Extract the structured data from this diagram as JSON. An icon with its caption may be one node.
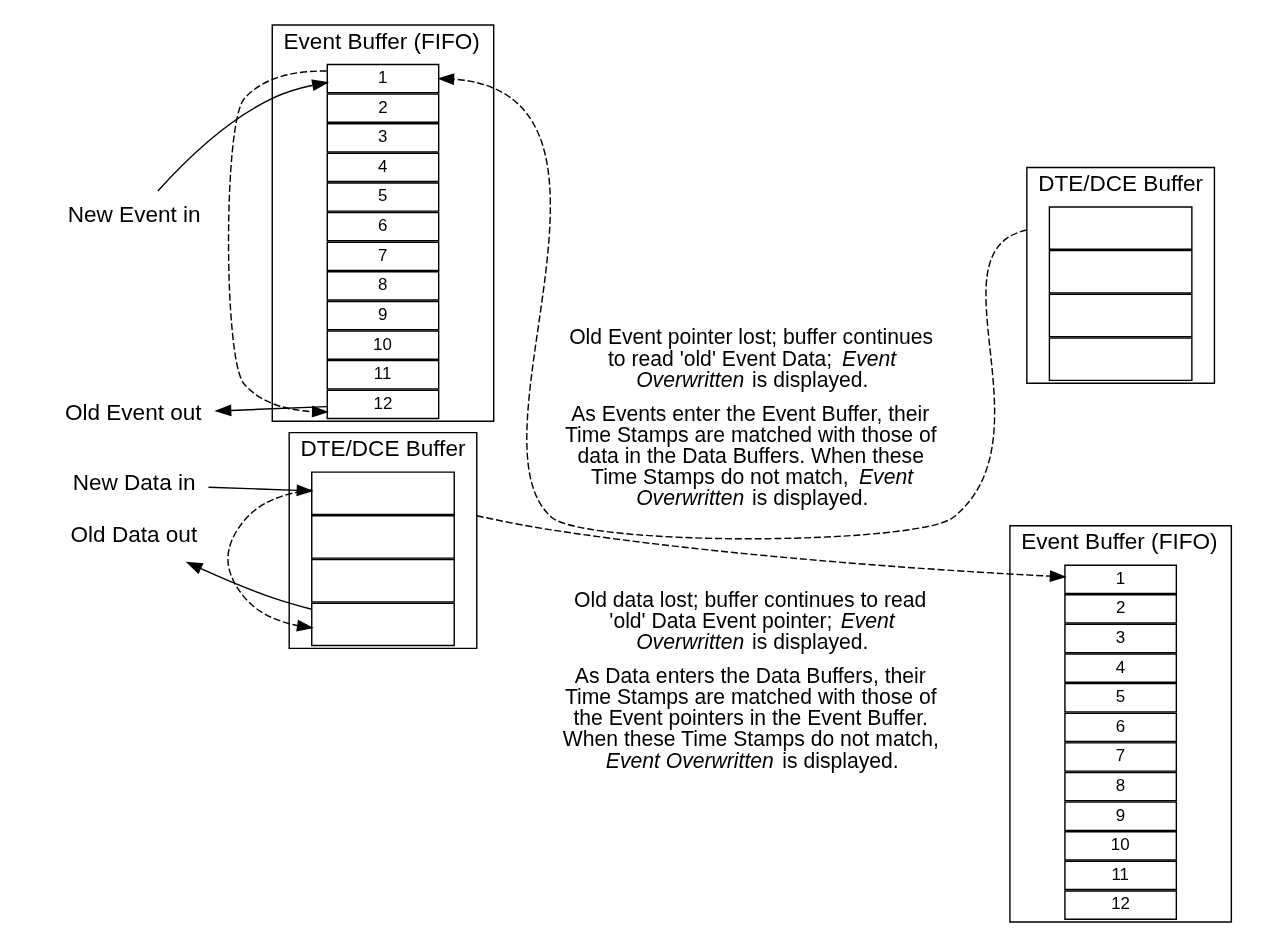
{
  "diagram": {
    "nodes": [
      {
        "text": [
          "New Event in"
        ]
      },
      {
        "text": [
          "Event Buffer (FIFO)"
        ]
      },
      {
        "text": [
          "1"
        ],
        "in": 1
      },
      {
        "text": [
          "2"
        ],
        "in": 1
      },
      {
        "text": [
          "3"
        ],
        "in": 1
      },
      {
        "text": [
          "4"
        ],
        "in": 1
      },
      {
        "text": [
          "5"
        ],
        "in": 1
      },
      {
        "text": [
          "6"
        ],
        "in": 1
      },
      {
        "text": [
          "7"
        ],
        "in": 1
      },
      {
        "text": [
          "8"
        ],
        "in": 1
      },
      {
        "text": [
          "9"
        ],
        "in": 1
      },
      {
        "text": [
          "10"
        ],
        "in": 1
      },
      {
        "text": [
          "11"
        ],
        "in": 1
      },
      {
        "text": [
          "12"
        ],
        "in": 1
      },
      {
        "text": [
          "Old Event out"
        ]
      },
      {
        "text": [
          "DTE/DCE Buffer"
        ]
      },
      {
        "text": [],
        "shape": "box",
        "in": 15
      },
      {
        "text": [],
        "shape": "box",
        "in": 15
      },
      {
        "text": [],
        "shape": "box",
        "in": 15
      },
      {
        "text": [],
        "shape": "box",
        "in": 15
      },
      {
        "text": [
          "New Data in"
        ]
      },
      {
        "text": [
          "DTE/DCE Buffer"
        ]
      },
      {
        "text": [],
        "shape": "box",
        "in": 21
      },
      {
        "text": [],
        "shape": "box",
        "in": 21
      },
      {
        "text": [],
        "shape": "box",
        "in": 21
      },
      {
        "text": [],
        "shape": "box",
        "in": 21
      },
      {
        "text": [
          "Old Data out"
        ]
      },
      {
        "text": [
          "Event Buffer (FIFO)"
        ]
      },
      {
        "text": [
          "1"
        ],
        "in": 27
      },
      {
        "text": [
          "2"
        ],
        "in": 27
      },
      {
        "text": [
          "3"
        ],
        "in": 27
      },
      {
        "text": [
          "4"
        ],
        "in": 27
      },
      {
        "text": [
          "5"
        ],
        "in": 27
      },
      {
        "text": [
          "6"
        ],
        "in": 27
      },
      {
        "text": [
          "7"
        ],
        "in": 27
      },
      {
        "text": [
          "8"
        ],
        "in": 27
      },
      {
        "text": [
          "9"
        ],
        "in": 27
      },
      {
        "text": [
          "10"
        ],
        "in": 27
      },
      {
        "text": [
          "11"
        ],
        "in": 27
      },
      {
        "text": [
          "12"
        ],
        "in": 27
      }
    ],
    "edges": [
      {
        "from": 0,
        "to": 2,
        "arrow": "to"
      },
      {
        "from": 13,
        "to": 14,
        "arrow": "to"
      },
      {
        "from": 15,
        "to": 2,
        "arrow": "to",
        "style": "dashed"
      },
      {
        "from": 2,
        "to": 13,
        "arrow": "to",
        "style": "dashed"
      },
      {
        "from": 20,
        "to": 22,
        "arrow": "to"
      },
      {
        "from": 25,
        "to": 26,
        "arrow": "to"
      },
      {
        "from": 21,
        "to": 28,
        "arrow": "to",
        "style": "dashed"
      },
      {
        "from": 22,
        "to": 25,
        "arrow": "to",
        "style": "dashed"
      }
    ],
    "labels": [
      "Old Event pointer lost; buffer continues to read 'old' Event Data; *Event Overwritten* is displayed.",
      "As Events enter the Event Buffer, their Time Stamps are matched with those of data in the Data Buffers. When these Time Stamps do not match, *Event Overwritten* is displayed.",
      "Old data lost; buffer continues to read 'old' Data Event pointer; *Event Overwritten* is displayed.",
      "As Data enters the Data Buffers, their Time Stamps are matched with those of the Event pointers in the Event Buffer. When these Time Stamps do not match, *Event Overwritten* is displayed."
    ]
  }
}
